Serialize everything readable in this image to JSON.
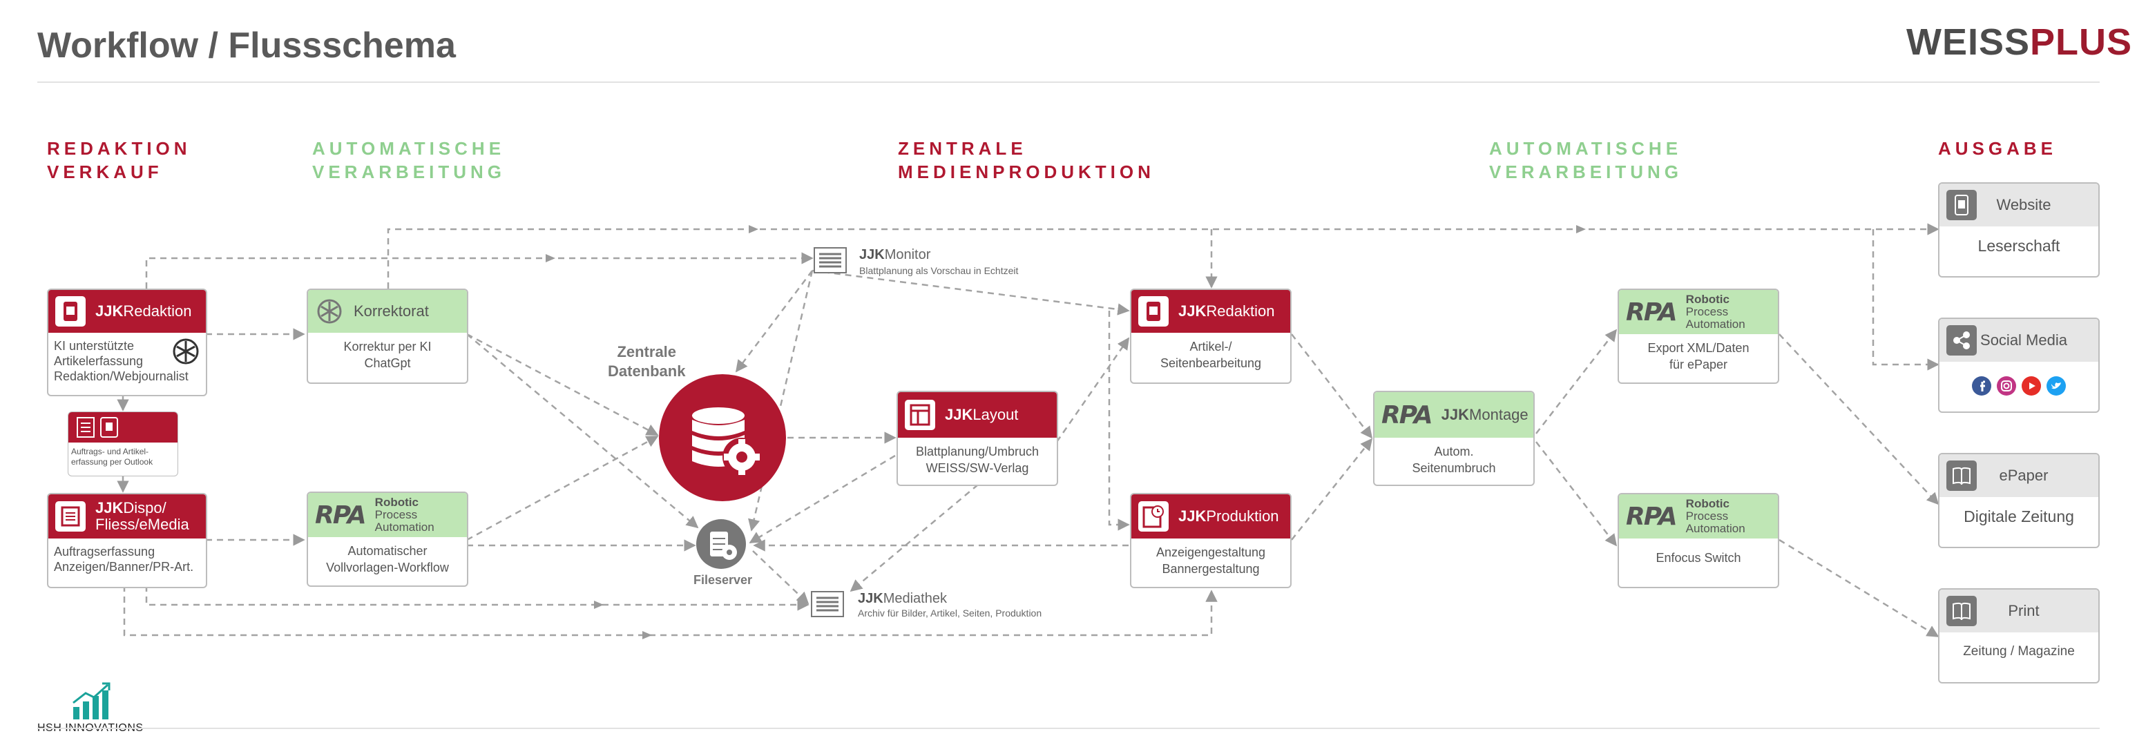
{
  "header": {
    "title": "Workflow / Flussschema",
    "brand_part1": "WEISS",
    "brand_part2": "PLUS"
  },
  "columns": [
    {
      "label": "REDAKTION VERKAUF",
      "line1": "REDAKTION",
      "line2": "VERKAUF",
      "color": "#b01830"
    },
    {
      "label": "AUTOMATISCHE VERARBEITUNG",
      "line1": "AUTOMATISCHE",
      "line2": "VERARBEITUNG",
      "color": "#8fcf8f"
    },
    {
      "label": "ZENTRALE MEDIENPRODUKTION",
      "line1": "ZENTRALE",
      "line2": "MEDIENPRODUKTION",
      "color": "#b01830"
    },
    {
      "label": "AUTOMATISCHE VERARBEITUNG",
      "line1": "AUTOMATISCHE",
      "line2": "VERARBEITUNG",
      "color": "#8fcf8f"
    },
    {
      "label": "AUSGABE",
      "line1": "AUSGABE",
      "line2": "",
      "color": "#b01830"
    }
  ],
  "nodes": {
    "redaktion_left": {
      "prefix": "JJK",
      "name": "Redaktion",
      "line1": "KI unterstützte",
      "line2": "Artikelerfassung",
      "line3": "Redaktion/Webjournalist",
      "icon": "tablet-icon"
    },
    "outlook": {
      "line1": "Auftrags- und Artikel-",
      "line2": "erfassung per Outlook",
      "icon": "document-tablet-icon"
    },
    "dispo": {
      "prefix": "JJK",
      "name_line1": "Dispo/",
      "name_line2": "Fliess/eMedia",
      "line1": "Auftragserfassung",
      "line2": "Anzeigen/Banner/PR-Art.",
      "icon": "layout-list-icon"
    },
    "korrektorat": {
      "name": "Korrektorat",
      "line1": "Korrektur per KI",
      "line2": "ChatGpt",
      "icon": "chatgpt-icon"
    },
    "rpa_left": {
      "logo": "RPA",
      "r1": "Robotic",
      "r2": "Process",
      "r3": "Automation",
      "line1": "Automatischer",
      "line2": "Vollvorlagen-Workflow"
    },
    "db": {
      "line1": "Zentrale",
      "line2": "Datenbank",
      "icon": "database-gear-icon",
      "color": "#b01830"
    },
    "fileserver": {
      "label": "Fileserver",
      "icon": "server-gear-icon"
    },
    "monitor": {
      "prefix": "JJK",
      "name": "Monitor",
      "sub": "Blattplanung als Vorschau in Echtzeit",
      "icon": "list-icon"
    },
    "mediathek": {
      "prefix": "JJK",
      "name": "Mediathek",
      "sub": "Archiv für Bilder, Artikel, Seiten, Produktion",
      "icon": "list-icon"
    },
    "layout": {
      "prefix": "JJK",
      "name": "Layout",
      "line1": "Blattplanung/Umbruch",
      "line2": "WEISS/SW-Verlag",
      "icon": "page-layout-icon"
    },
    "redaktion_mid": {
      "prefix": "JJK",
      "name": "Redaktion",
      "line1": "Artikel-/",
      "line2": "Seitenbearbeitung",
      "icon": "tablet-icon"
    },
    "produktion": {
      "prefix": "JJK",
      "name": "Produktion",
      "line1": "Anzeigengestaltung",
      "line2": "Bannergestaltung",
      "icon": "page-clock-icon"
    },
    "montage": {
      "logo": "RPA",
      "prefix": "JJK",
      "name": "Montage",
      "line1": "Autom.",
      "line2": "Seitenumbruch"
    },
    "rpa_export": {
      "logo": "RPA",
      "r1": "Robotic",
      "r2": "Process",
      "r3": "Automation",
      "line1": "Export XML/Daten",
      "line2": "für ePaper"
    },
    "rpa_enfocus": {
      "logo": "RPA",
      "r1": "Robotic",
      "r2": "Process",
      "r3": "Automation",
      "line1": "Enfocus Switch"
    }
  },
  "outputs": [
    {
      "title": "Website",
      "body": "Leserschaft",
      "icon": "tablet-icon"
    },
    {
      "title": "Social Media",
      "body": "",
      "icon": "share-icon",
      "social_icons": [
        "facebook-icon",
        "instagram-icon",
        "youtube-icon",
        "twitter-icon"
      ]
    },
    {
      "title": "ePaper",
      "body": "Digitale Zeitung",
      "icon": "newspaper-icon"
    },
    {
      "title": "Print",
      "body": "Zeitung / Magazine",
      "icon": "newspaper-icon"
    }
  ],
  "footer": {
    "company": "HSH INNOVATIONS",
    "icon": "growth-chart-icon"
  },
  "colors": {
    "red": "#b01830",
    "green": "#bfe6b5",
    "green_text": "#8fcf8f",
    "gray": "#e6e6e6",
    "arrow": "#9a9a9a"
  }
}
